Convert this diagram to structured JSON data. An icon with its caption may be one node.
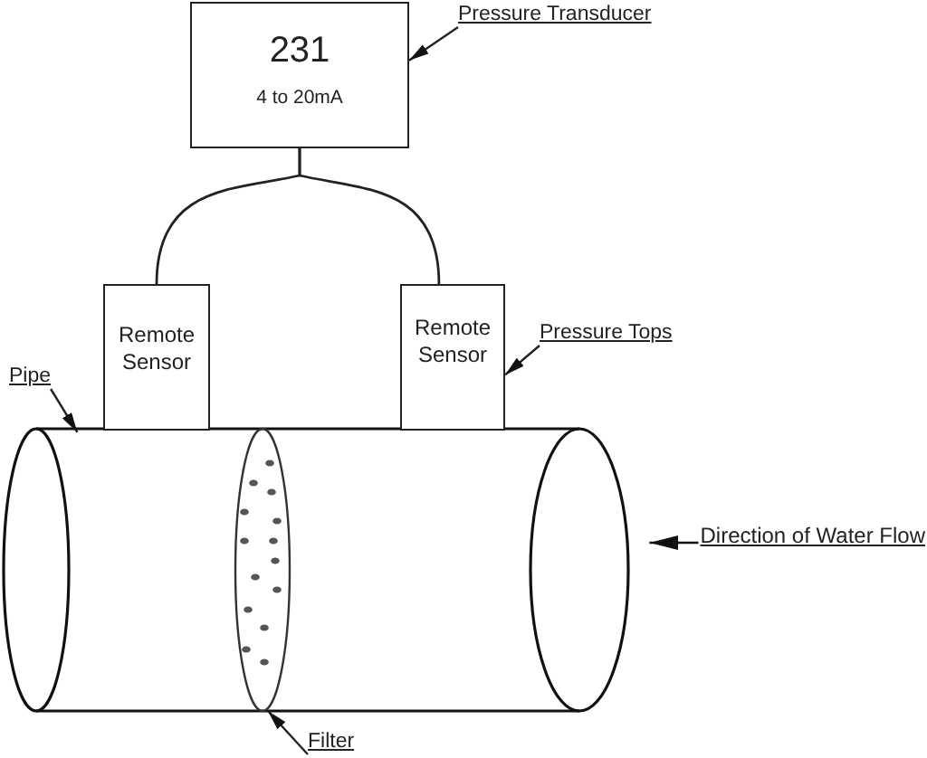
{
  "diagram": {
    "nodes": [
      {
        "text": [
          "231",
          "4 to 20mA"
        ]
      },
      {
        "text": [
          "Pressure Transducer"
        ]
      },
      {
        "text": [
          "Remote Sensor"
        ]
      },
      {
        "text": [
          "Remote Sensor"
        ]
      },
      {
        "text": [
          "Pressure Tops"
        ]
      },
      {
        "text": [
          "Pipe"
        ]
      },
      {
        "text": [],
        "shape": "cylinder"
      },
      {
        "text": [],
        "shape": "ellipse",
        "in": 6
      },
      {
        "text": [
          "Filter"
        ]
      }
    ],
    "edges": [
      {
        "from": 2,
        "to": 0,
        "arrow": "none"
      },
      {
        "from": 3,
        "to": 0,
        "arrow": "none"
      },
      {
        "from": 1,
        "to": 0,
        "arrow": "to"
      },
      {
        "from": 4,
        "to": 3,
        "arrow": "to"
      },
      {
        "from": 5,
        "to": 6,
        "arrow": "to"
      },
      {
        "from": 8,
        "to": 7,
        "arrow": "to"
      }
    ],
    "labels": [
      "Direction of Water Flow"
    ]
  }
}
